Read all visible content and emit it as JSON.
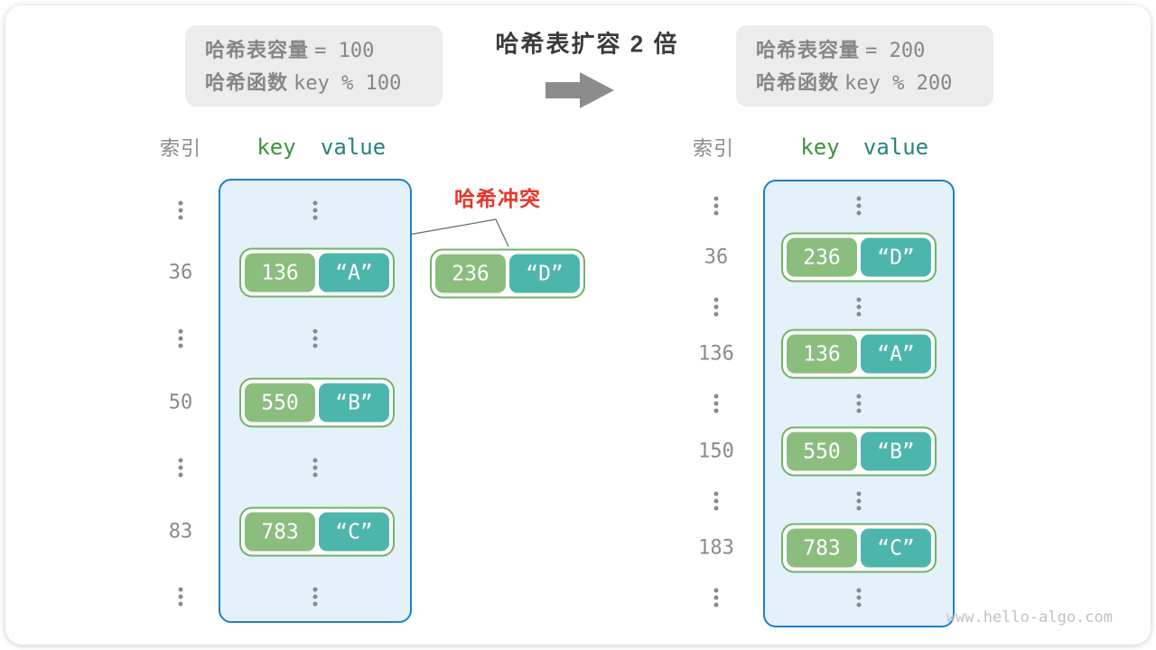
{
  "header": {
    "left_box": {
      "cap_label": "哈希表容量",
      "cap_value": "= 100",
      "fn_label": "哈希函数",
      "fn_value": "key % 100"
    },
    "title": "哈希表扩容 2 倍",
    "right_box": {
      "cap_label": "哈希表容量",
      "cap_value": "= 200",
      "fn_label": "哈希函数",
      "fn_value": "key % 200"
    }
  },
  "left_table": {
    "index_header": "索引",
    "key_header": "key",
    "value_header": "value",
    "indices": [
      "36",
      "50",
      "83"
    ],
    "pairs": [
      {
        "key": "136",
        "value": "“A”"
      },
      {
        "key": "550",
        "value": "“B”"
      },
      {
        "key": "783",
        "value": "“C”"
      }
    ]
  },
  "collision": {
    "label": "哈希冲突",
    "pair": {
      "key": "236",
      "value": "“D”"
    }
  },
  "right_table": {
    "index_header": "索引",
    "key_header": "key",
    "value_header": "value",
    "indices": [
      "36",
      "136",
      "150",
      "183"
    ],
    "pairs": [
      {
        "key": "236",
        "value": "“D”"
      },
      {
        "key": "136",
        "value": "“A”"
      },
      {
        "key": "550",
        "value": "“B”"
      },
      {
        "key": "783",
        "value": "“C”"
      }
    ]
  },
  "watermark": "www.hello-algo.com",
  "colors": {
    "key_fill": "#8BBD7E",
    "value_fill": "#4DB6AC",
    "pair_border": "#72B266",
    "bucket_border": "#1E80C5",
    "bucket_fill": "#E4F1FA",
    "collision_red": "#E8352A",
    "key_header_green": "#3E9142",
    "value_header_teal": "#26827D",
    "info_gray": "#ECECEC",
    "arrow_gray": "#8C8C8C"
  }
}
